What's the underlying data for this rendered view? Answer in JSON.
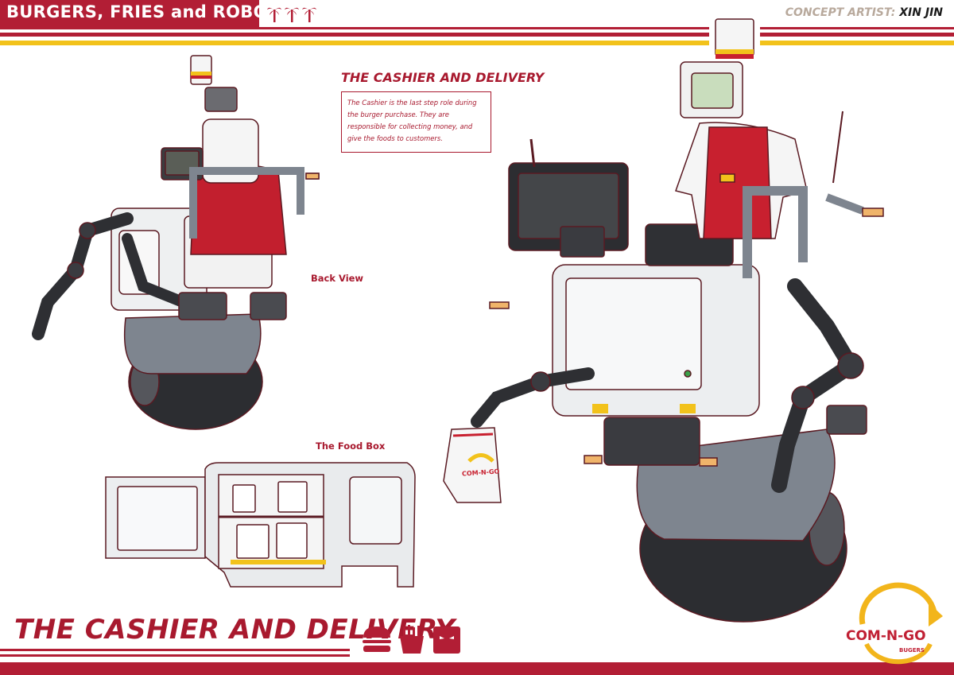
{
  "header": {
    "series_title": "BURGERS, FRIES and ROBOTS",
    "credit_label": "CONCEPT ARTIST:",
    "artist_name": "XIN JIN"
  },
  "info": {
    "title": "THE CASHIER AND DELIVERY",
    "description": "The Cashier is the last step role during the burger purchase. They are responsible for collecting money, and give the foods to customers."
  },
  "captions": {
    "back_view": "Back View",
    "food_box": "The Food Box"
  },
  "footer": {
    "title": "THE CASHIER AND DELIVERY"
  },
  "logo": {
    "name": "COM-N-GO",
    "sub": "BUGERS"
  },
  "bag_logo": "COM-N-GO",
  "icons": [
    "palm-tree-icon",
    "burger-icon",
    "fries-icon",
    "robot-face-icon"
  ],
  "colors": {
    "brand_red": "#b21e35",
    "accent_yellow": "#f2c21b",
    "text_red": "#a8192e",
    "muted_gray": "#b8a99c"
  }
}
